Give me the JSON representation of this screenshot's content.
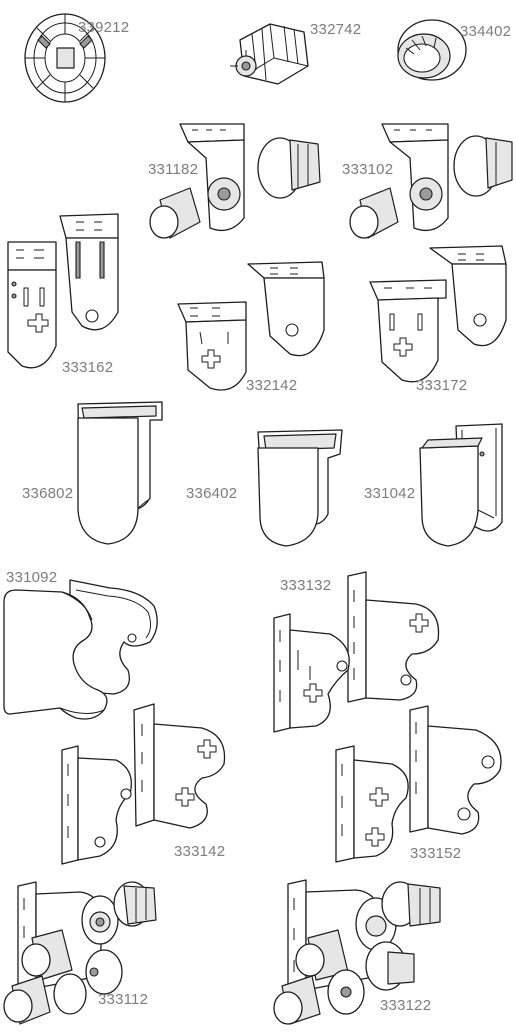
{
  "sheet": {
    "parts": [
      {
        "code": "339212",
        "kind": "end-plug-disc"
      },
      {
        "code": "332742",
        "kind": "idler-plug"
      },
      {
        "code": "334402",
        "kind": "tube-adapter"
      },
      {
        "code": "331182",
        "kind": "bracket-with-plugs"
      },
      {
        "code": "333102",
        "kind": "bracket-with-plugs"
      },
      {
        "code": "333162",
        "kind": "adjustable-bracket-pair"
      },
      {
        "code": "332142",
        "kind": "bracket-pair"
      },
      {
        "code": "333172",
        "kind": "bracket-pair"
      },
      {
        "code": "336802",
        "kind": "cassette-end-cap"
      },
      {
        "code": "336402",
        "kind": "cassette-end-cap"
      },
      {
        "code": "331042",
        "kind": "cassette-end-cap"
      },
      {
        "code": "331092",
        "kind": "double-end-cap"
      },
      {
        "code": "333132",
        "kind": "double-bracket-pair"
      },
      {
        "code": "333142",
        "kind": "double-bracket-pair"
      },
      {
        "code": "333152",
        "kind": "double-bracket-pair"
      },
      {
        "code": "333112",
        "kind": "double-bracket-with-plugs"
      },
      {
        "code": "333122",
        "kind": "double-bracket-with-plugs"
      }
    ]
  }
}
